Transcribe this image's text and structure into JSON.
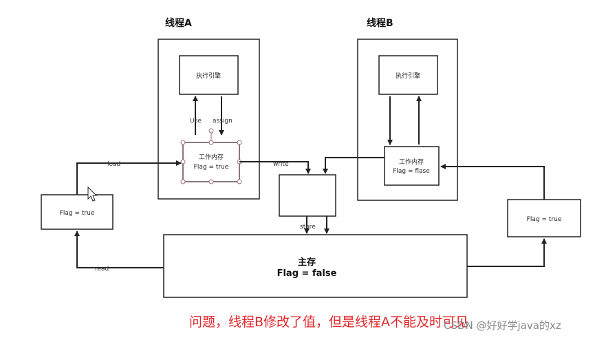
{
  "thread_a": {
    "title": "线程A",
    "engine": "执行引擎",
    "use_label": "Use",
    "assign_label": "assign",
    "work_memory_title": "工作内存",
    "work_memory_value": "Flag = true"
  },
  "thread_b": {
    "title": "线程B",
    "engine": "执行引擎",
    "work_memory_title": "工作内存",
    "work_memory_value": "Flag = flase"
  },
  "left_box": {
    "value": "Flag = true"
  },
  "right_box": {
    "value": "Flag = true"
  },
  "main_memory": {
    "title": "主存",
    "value": "Flag = false"
  },
  "labels": {
    "load": "load",
    "read": "read",
    "write": "write",
    "store": "store"
  },
  "caption": "问题，线程B修改了值，但是线程A不能及时可见",
  "watermark": "CSDN @好好学java的xz"
}
